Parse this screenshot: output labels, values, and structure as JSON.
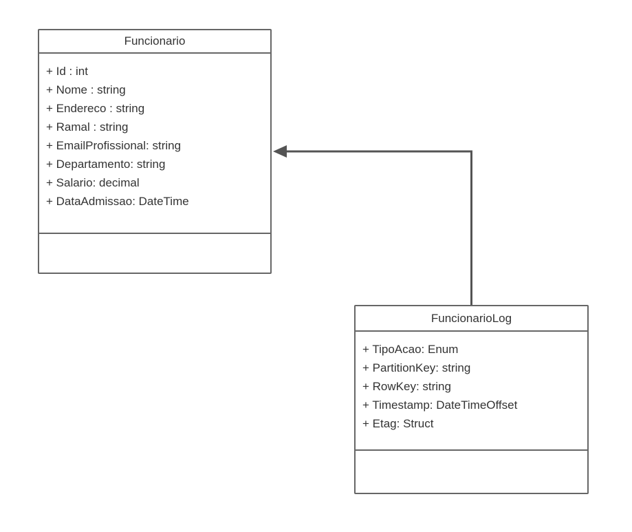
{
  "diagram": {
    "type": "uml-class-diagram",
    "colors": {
      "box_border": "#666666",
      "box_fill": "#ffffff",
      "text": "#333333",
      "connector": "#545454",
      "background": "#ffffff"
    },
    "classes": [
      {
        "name": "Funcionario",
        "attributes": [
          "+ Id : int",
          "+ Nome : string",
          "+ Endereco : string",
          "+ Ramal : string",
          "+ EmailProfissional: string",
          "+ Departamento: string",
          "+ Salario: decimal",
          "+ DataAdmissao: DateTime"
        ],
        "methods": []
      },
      {
        "name": "FuncionarioLog",
        "attributes": [
          "+ TipoAcao: Enum",
          "+ PartitionKey: string",
          "+ RowKey: string",
          "+ Timestamp: DateTimeOffset",
          "+ Etag: Struct"
        ],
        "methods": []
      }
    ],
    "connector": {
      "from": "FuncionarioLog",
      "to": "Funcionario",
      "type": "directed-association",
      "arrowhead": "solid-triangle"
    }
  }
}
